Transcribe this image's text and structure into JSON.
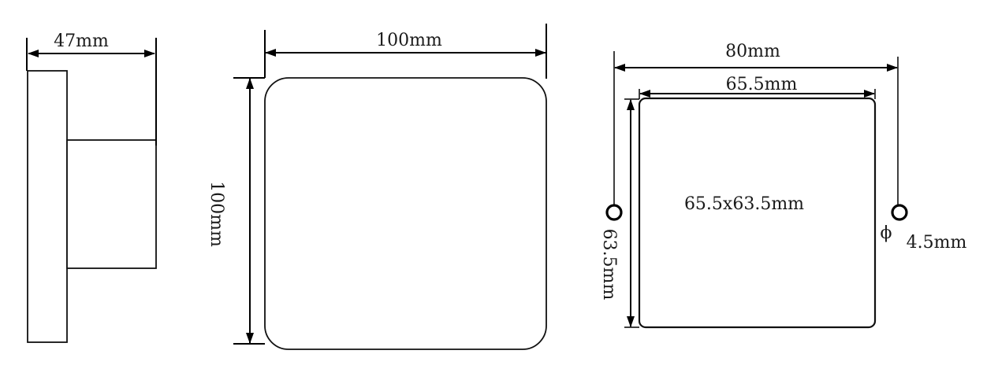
{
  "diagram": {
    "side_view": {
      "depth_label": "47mm"
    },
    "front_view": {
      "width_label": "100mm",
      "height_label": "100mm"
    },
    "cutout_view": {
      "hole_spacing_label": "80mm",
      "cutout_width_label": "65.5mm",
      "cutout_height_label": "63.5mm",
      "cutout_size_label": "65.5x63.5mm",
      "hole_diameter_symbol": "ϕ",
      "hole_diameter_label": "4.5mm"
    }
  }
}
